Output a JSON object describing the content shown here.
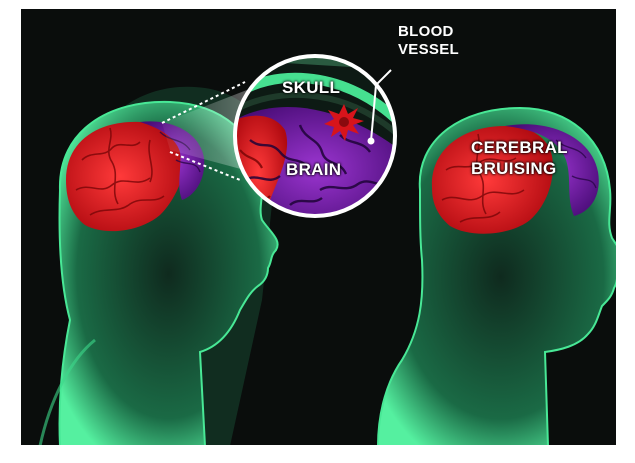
{
  "labels": {
    "skull": "SKULL",
    "brain": "BRAIN",
    "blood_vessel": [
      "BLOOD",
      "VESSEL"
    ],
    "cerebral_bruising": [
      "CEREBRAL",
      "BRUISING"
    ]
  },
  "colors": {
    "background": "#0a0d0c",
    "frame": "#ffffff",
    "head_glow": "#3fe88f",
    "brain_front": "#e8151c",
    "brain_back": "#7a1fb0",
    "bleed_mark": "#d7141b"
  },
  "icons": [
    "bleed-burst-icon",
    "callout-line"
  ]
}
